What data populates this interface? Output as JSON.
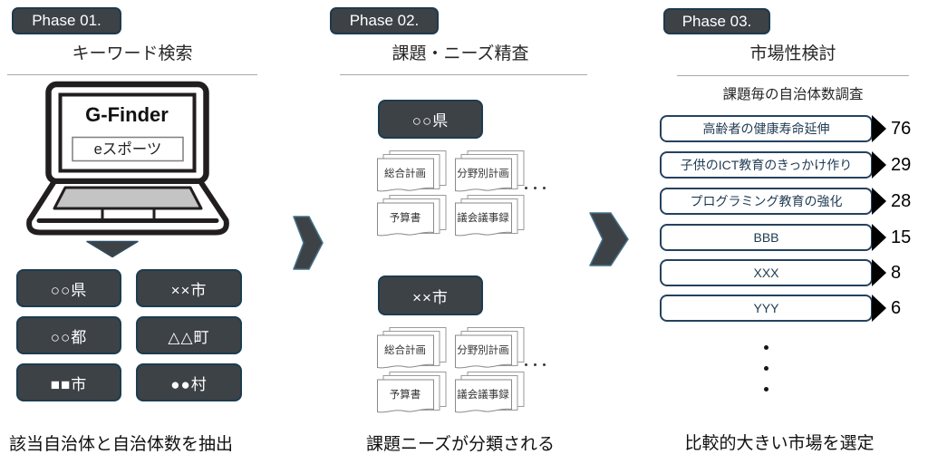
{
  "phase1": {
    "badge": "Phase 01.",
    "title": "キーワード検索",
    "laptop": {
      "app_name": "G-Finder",
      "search_value": "eスポーツ"
    },
    "boxes": [
      "○○県",
      "××市",
      "○○都",
      "△△町",
      "■■市",
      "●●村"
    ],
    "caption": "該当自治体と自治体数を抽出"
  },
  "phase2": {
    "badge": "Phase 02.",
    "title": "課題・ニーズ精査",
    "groups": [
      {
        "name": "○○県",
        "docs": [
          "総合計画",
          "分野別計画",
          "予算書",
          "議会議事録"
        ]
      },
      {
        "name": "××市",
        "docs": [
          "総合計画",
          "分野別計画",
          "予算書",
          "議会議事録"
        ]
      }
    ],
    "caption": "課題ニーズが分類される"
  },
  "phase3": {
    "badge": "Phase 03.",
    "title": "市場性検討",
    "subtitle": "課題毎の自治体数調査",
    "items": [
      {
        "label": "高齢者の健康寿命延伸",
        "value": "76"
      },
      {
        "label": "子供のICT教育のきっかけ作り",
        "value": "29"
      },
      {
        "label": "プログラミング教育の強化",
        "value": "28"
      },
      {
        "label": "BBB",
        "value": "15"
      },
      {
        "label": "XXX",
        "value": "8"
      },
      {
        "label": "YYY",
        "value": "6"
      }
    ],
    "caption": "比較的大きい市場を選定"
  },
  "colors": {
    "dark_fill": "#3d4247",
    "dark_border": "#1d3a4f",
    "item_border": "#24425e",
    "item_text": "#1f3a52",
    "keyboard_gray": "#c4c4c4"
  }
}
